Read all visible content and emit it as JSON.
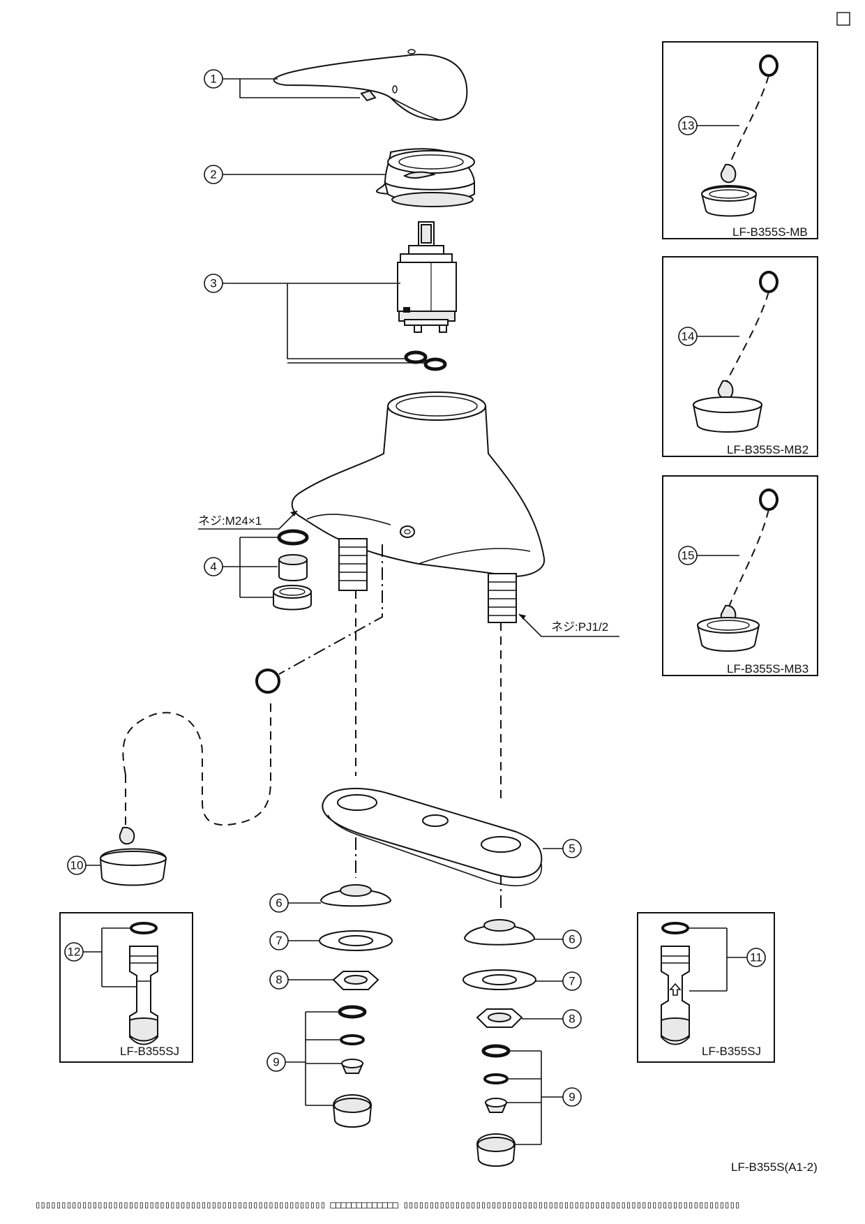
{
  "drawing": {
    "model_code": "LF-B355S(A1-2)",
    "thread_spout": "ネジ:M24×1",
    "thread_shank": "ネジ:PJ1/2",
    "footer_text": "▯▯▯▯▯▯▯▯▯▯▯▯▯▯▯▯▯▯▯▯▯▯▯▯▯▯▯▯▯▯▯▯▯▯▯▯▯▯▯▯▯▯▯▯▯▯▯▯▯▯▯▯▯▯▯▯ □□□□□□□□□□□□□ ▯▯▯▯▯▯▯▯▯▯▯▯▯▯▯▯▯▯▯▯▯▯▯▯▯▯▯▯▯▯▯▯▯▯▯▯▯▯▯▯▯▯▯▯▯▯▯▯▯▯▯▯▯▯▯▯▯▯▯▯▯▯▯▯▯"
  },
  "callouts": {
    "c1": "1",
    "c2": "2",
    "c3": "3",
    "c4": "4",
    "c5": "5",
    "c6a": "6",
    "c6b": "6",
    "c7a": "7",
    "c7b": "7",
    "c8a": "8",
    "c8b": "8",
    "c9a": "9",
    "c9b": "9",
    "c10": "10",
    "c11": "11",
    "c12": "12",
    "c13": "13",
    "c14": "14",
    "c15": "15"
  },
  "option_boxes": {
    "mb": "LF-B355S-MB",
    "mb2": "LF-B355S-MB2",
    "mb3": "LF-B355S-MB3",
    "sj_left": "LF-B355SJ",
    "sj_right": "LF-B355SJ"
  }
}
